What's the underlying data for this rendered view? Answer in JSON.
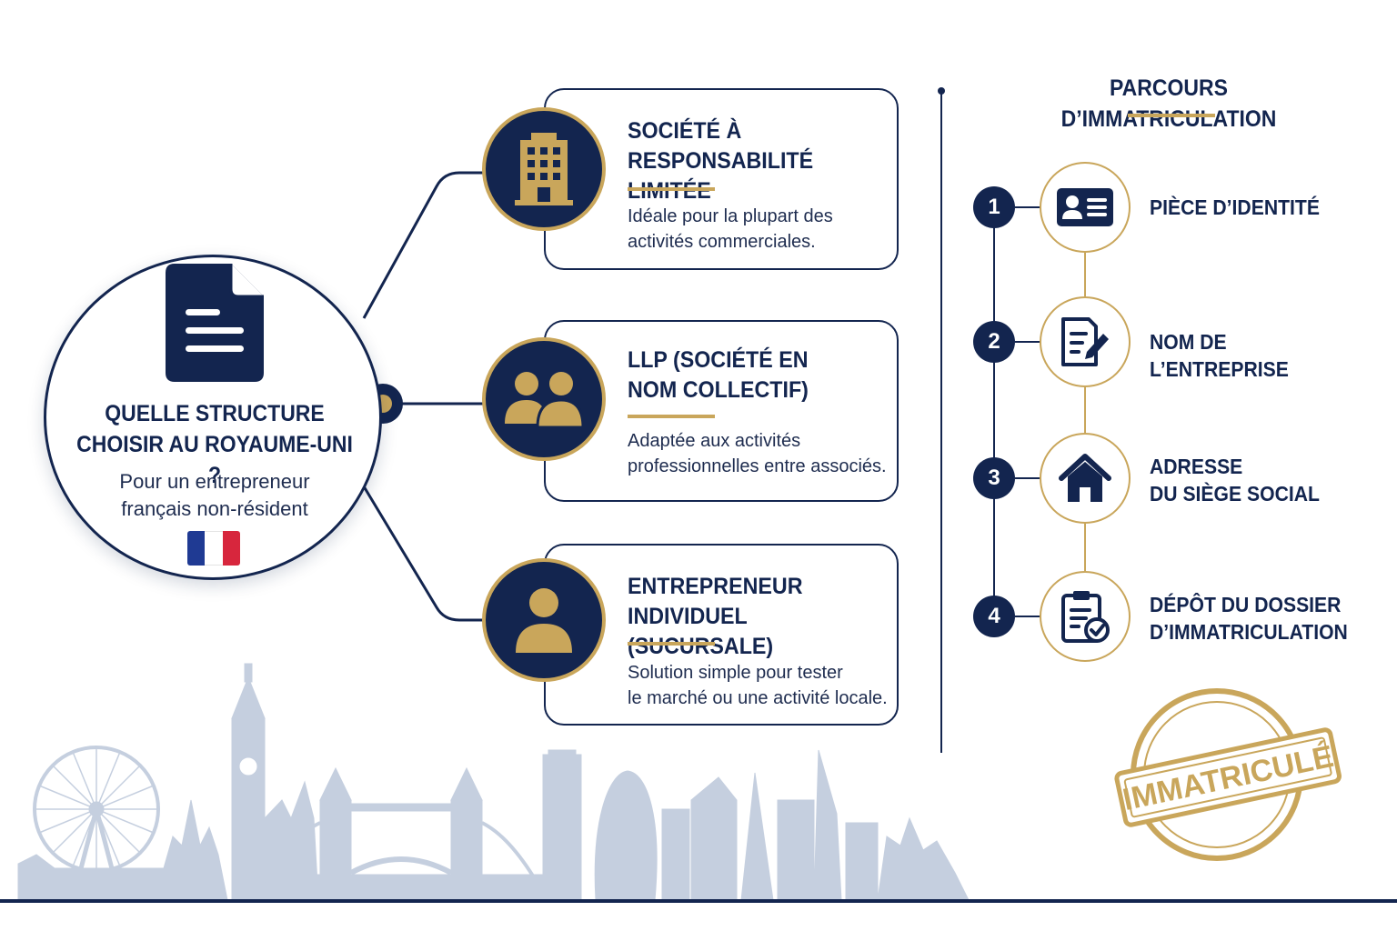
{
  "hub": {
    "title_line1": "QUELLE STRUCTURE",
    "title_line2": "CHOISIR AU ROYAUME-UNI ?",
    "subtitle_line1": "Pour un entrepreneur",
    "subtitle_line2": "français non-résident",
    "flag_colors": [
      "#1f3a93",
      "#ffffff",
      "#d7263d"
    ],
    "icon": "document-icon"
  },
  "options": [
    {
      "icon": "building-icon",
      "title_line1": "SOCIÉTÉ À",
      "title_line2": "RESPONSABILITÉ LIMITÉE",
      "desc_line1": "Idéale pour la plupart des",
      "desc_line2": "activités commerciales."
    },
    {
      "icon": "partners-icon",
      "title_line1": "LLP (SOCIÉTÉ EN",
      "title_line2": "NOM COLLECTIF)",
      "desc_line1": "Adaptée aux activités",
      "desc_line2": "professionnelles entre associés."
    },
    {
      "icon": "person-icon",
      "title_line1": "ENTREPRENEUR INDIVIDUEL",
      "title_line2": "(SUCURSALE)",
      "desc_line1": "Solution simple pour tester",
      "desc_line2": "le marché ou une activité locale."
    }
  ],
  "path": {
    "title": "PARCOURS D’IMMATRICULATION",
    "steps": [
      {
        "number": "1",
        "icon": "id-card-icon",
        "label_line1": "PIÈCE D’IDENTITÉ",
        "label_line2": ""
      },
      {
        "number": "2",
        "icon": "edit-document-icon",
        "label_line1": "NOM DE L’ENTREPRISE",
        "label_line2": ""
      },
      {
        "number": "3",
        "icon": "house-icon",
        "label_line1": "ADRESSE",
        "label_line2": "DU SIÈGE SOCIAL"
      },
      {
        "number": "4",
        "icon": "clipboard-check-icon",
        "label_line1": "DÉPÔT DU DOSSIER",
        "label_line2": "D’IMMATRICULATION"
      }
    ]
  },
  "stamp": {
    "text": "IMMATRICULÉ"
  },
  "colors": {
    "navy": "#13254f",
    "gold": "#c9a65b",
    "skyline": "#c5cfdf"
  }
}
